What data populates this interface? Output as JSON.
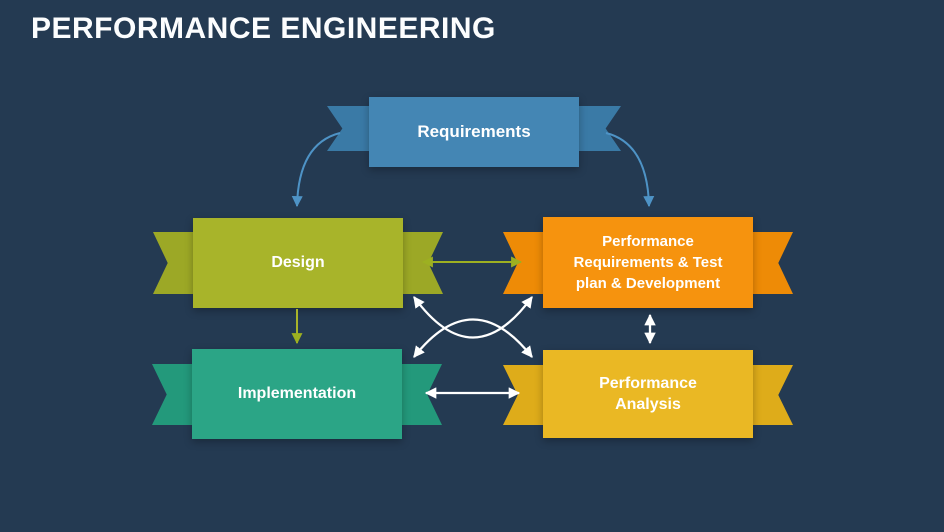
{
  "slide": {
    "title": "PERFORMANCE ENGINEERING",
    "background_color": "#243A52",
    "title_color": "#FCFDFE"
  },
  "nodes": {
    "requirements": {
      "label": "Requirements",
      "fill": "#4486B4",
      "tail_fill": "#3A7AA6",
      "text_color": "#FFFFFF"
    },
    "design": {
      "label": "Design",
      "fill": "#A8B42A",
      "tail_fill": "#9CA826",
      "text_color": "#FFFFFF"
    },
    "performance_requirements": {
      "label": "Performance Requirements & Test plan & Development",
      "lines": [
        "Performance",
        "Requirements & Test",
        "plan & Development"
      ],
      "fill": "#F6930E",
      "tail_fill": "#EE8B06",
      "text_color": "#FFFFFF"
    },
    "implementation": {
      "label": "Implementation",
      "fill": "#2BA586",
      "tail_fill": "#23997B",
      "text_color": "#FFFFFF"
    },
    "performance_analysis": {
      "label": "Performance Analysis",
      "lines": [
        "Performance",
        "Analysis"
      ],
      "fill": "#EAB824",
      "tail_fill": "#DEAC1A",
      "text_color": "#FFFFFF"
    }
  },
  "edges": [
    {
      "from": "requirements",
      "to": "design",
      "shape": "curve",
      "color": "#4E93C6",
      "heads": "end"
    },
    {
      "from": "requirements",
      "to": "performance_requirements",
      "shape": "curve",
      "color": "#4E93C6",
      "heads": "end"
    },
    {
      "from": "design",
      "to": "performance_requirements",
      "shape": "straight-horizontal",
      "color": "#9DB021",
      "heads": "both"
    },
    {
      "from": "design",
      "to": "performance_requirements",
      "shape": "arc-below",
      "color": "#FFFFFF",
      "heads": "both"
    },
    {
      "from": "implementation",
      "to": "performance_analysis",
      "shape": "arc-above",
      "color": "#FFFFFF",
      "heads": "both"
    },
    {
      "from": "performance_requirements",
      "to": "performance_analysis",
      "shape": "straight-vertical",
      "color": "#FFFFFF",
      "heads": "both"
    },
    {
      "from": "implementation",
      "to": "performance_analysis",
      "shape": "straight-horizontal",
      "color": "#FFFFFF",
      "heads": "both"
    },
    {
      "from": "design",
      "to": "implementation",
      "shape": "straight-vertical",
      "color": "#A8B42A",
      "heads": "end"
    }
  ]
}
